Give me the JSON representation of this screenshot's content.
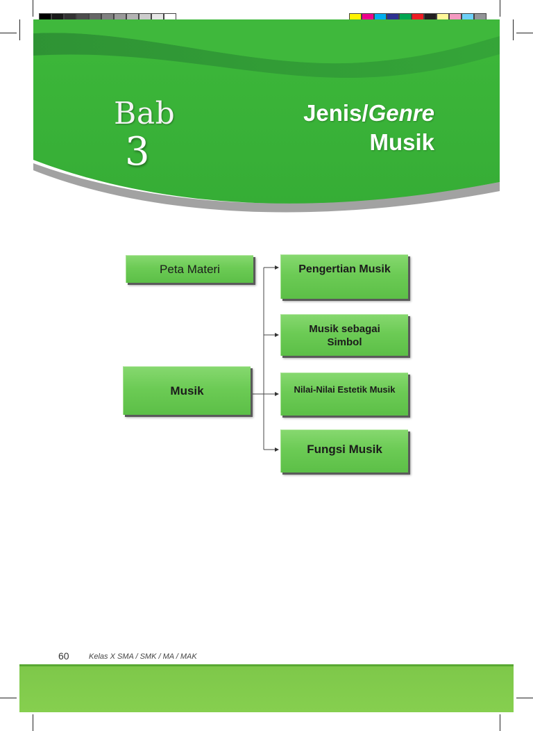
{
  "chapter": {
    "label": "Bab",
    "number": "3",
    "title_part1": "Jenis/",
    "title_part1_italic": "Genre",
    "title_part2": "Musik"
  },
  "concept_map": {
    "heading": "Peta Materi",
    "root": "Musik",
    "branches": [
      {
        "label_line1": "Pengertian Musik",
        "label_line2": ""
      },
      {
        "label_line1": "Musik sebagai",
        "label_line2": "Simbol"
      },
      {
        "label_line1": "Nilai-Nilai Estetik Musik",
        "label_line2": ""
      },
      {
        "label_line1": "Fungsi Musik",
        "label_line2": ""
      }
    ]
  },
  "footer": {
    "page_number": "60",
    "book": "Kelas X SMA / SMK / MA / MAK"
  },
  "colors": {
    "header_green": "#3fb73d",
    "header_dark": "#2e9a35",
    "box_green": "#6ccb55",
    "footer_green": "#7ec84a"
  },
  "registration_swatches_gray": [
    "#000000",
    "#1a1a1a",
    "#333333",
    "#4d4d4d",
    "#666666",
    "#808080",
    "#999999",
    "#b3b3b3",
    "#cccccc",
    "#e6e6e6",
    "#ffffff"
  ],
  "registration_swatches_color": [
    "#fff200",
    "#ec008c",
    "#00aeef",
    "#2e3192",
    "#00a651",
    "#ed1c24",
    "#231f20",
    "#fff799",
    "#f49ac1",
    "#6dcff6",
    "#939598"
  ]
}
